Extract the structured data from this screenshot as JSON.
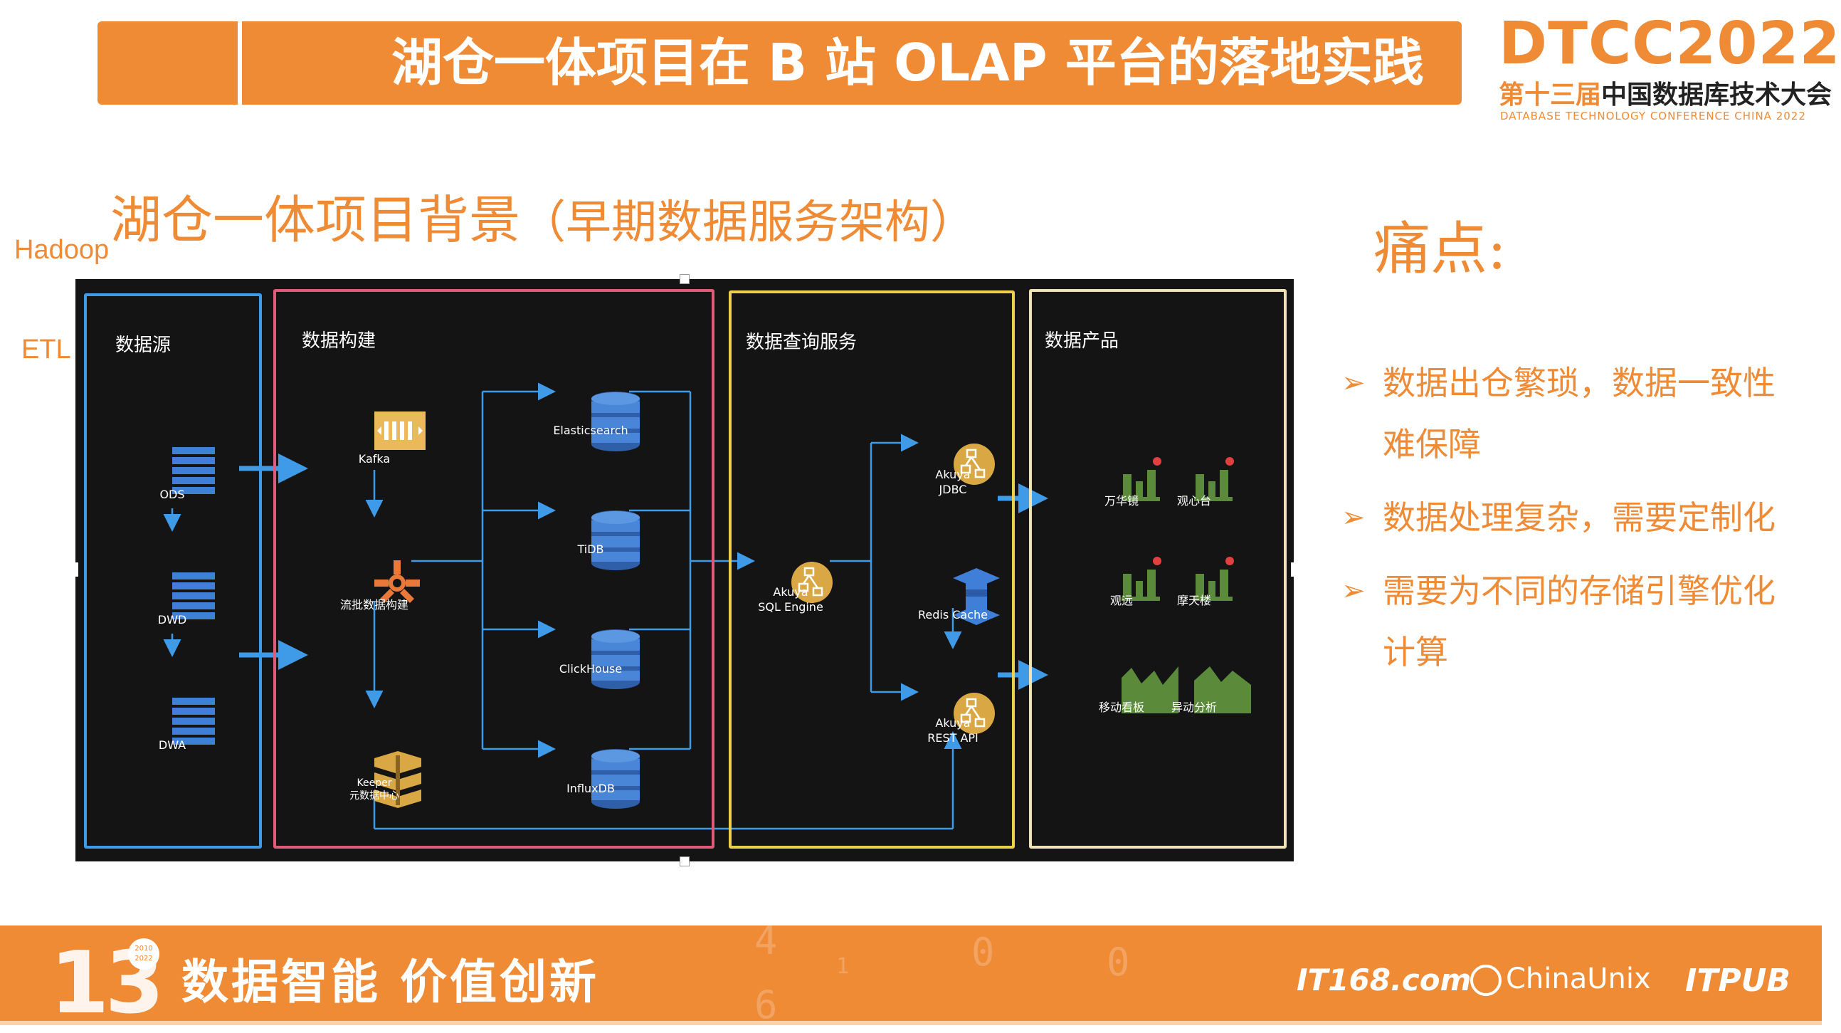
{
  "header": {
    "title": "湖仓一体项目在 B 站 OLAP 平台的落地实践"
  },
  "conference": {
    "logo_text": "DTCC2022",
    "session_prefix": "第十三届",
    "name_cn": "中国数据库技术大会",
    "name_en": "DATABASE TECHNOLOGY CONFERENCE CHINA 2022"
  },
  "section": {
    "title": "湖仓一体项目背景",
    "subtitle": "（早期数据服务架构）"
  },
  "side_labels": {
    "hadoop": "Hadoop",
    "etl": "ETL"
  },
  "diagram": {
    "panels": {
      "source": "数据源",
      "build": "数据构建",
      "query": "数据查询服务",
      "product": "数据产品"
    },
    "nodes": {
      "ods": "ODS",
      "dwd": "DWD",
      "dwa": "DWA",
      "kafka": "Kafka",
      "stream_batch": "流批数据构建",
      "keeper": "Keeper",
      "keeper_sub": "元数据中心",
      "elasticsearch": "Elasticsearch",
      "tidb": "TiDB",
      "clickhouse": "ClickHouse",
      "influxdb": "InfluxDB",
      "akuya_sql_1": "Akuya",
      "akuya_sql_2": "SQL Engine",
      "akuya_jdbc_1": "Akuya",
      "akuya_jdbc_2": "JDBC",
      "redis": "Redis Cache",
      "akuya_rest_1": "Akuya",
      "akuya_rest_2": "REST API",
      "p1": "万华镜",
      "p2": "观心台",
      "p3": "观远",
      "p4": "摩天楼",
      "p5": "移动看板",
      "p6": "异动分析"
    }
  },
  "pain_points": {
    "title": "痛点:",
    "bullet": "➢",
    "items": [
      "数据出仓繁琐，数据一致性难保障",
      "数据处理复杂，需要定制化",
      "需要为不同的存储引擎优化计算"
    ]
  },
  "footer": {
    "anniversary": "13",
    "years": "2010 2022",
    "slogan": "数据智能  价值创新",
    "sponsors": [
      "IT168.com",
      "ChinaUnix",
      "ITPUB"
    ]
  },
  "colors": {
    "brand_orange": "#ef8a35",
    "panel_source": "#3f9be8",
    "panel_build": "#e05a7a",
    "panel_query": "#ecd04a",
    "panel_product": "#efe2b4",
    "arrow_blue": "#3f9be8"
  }
}
